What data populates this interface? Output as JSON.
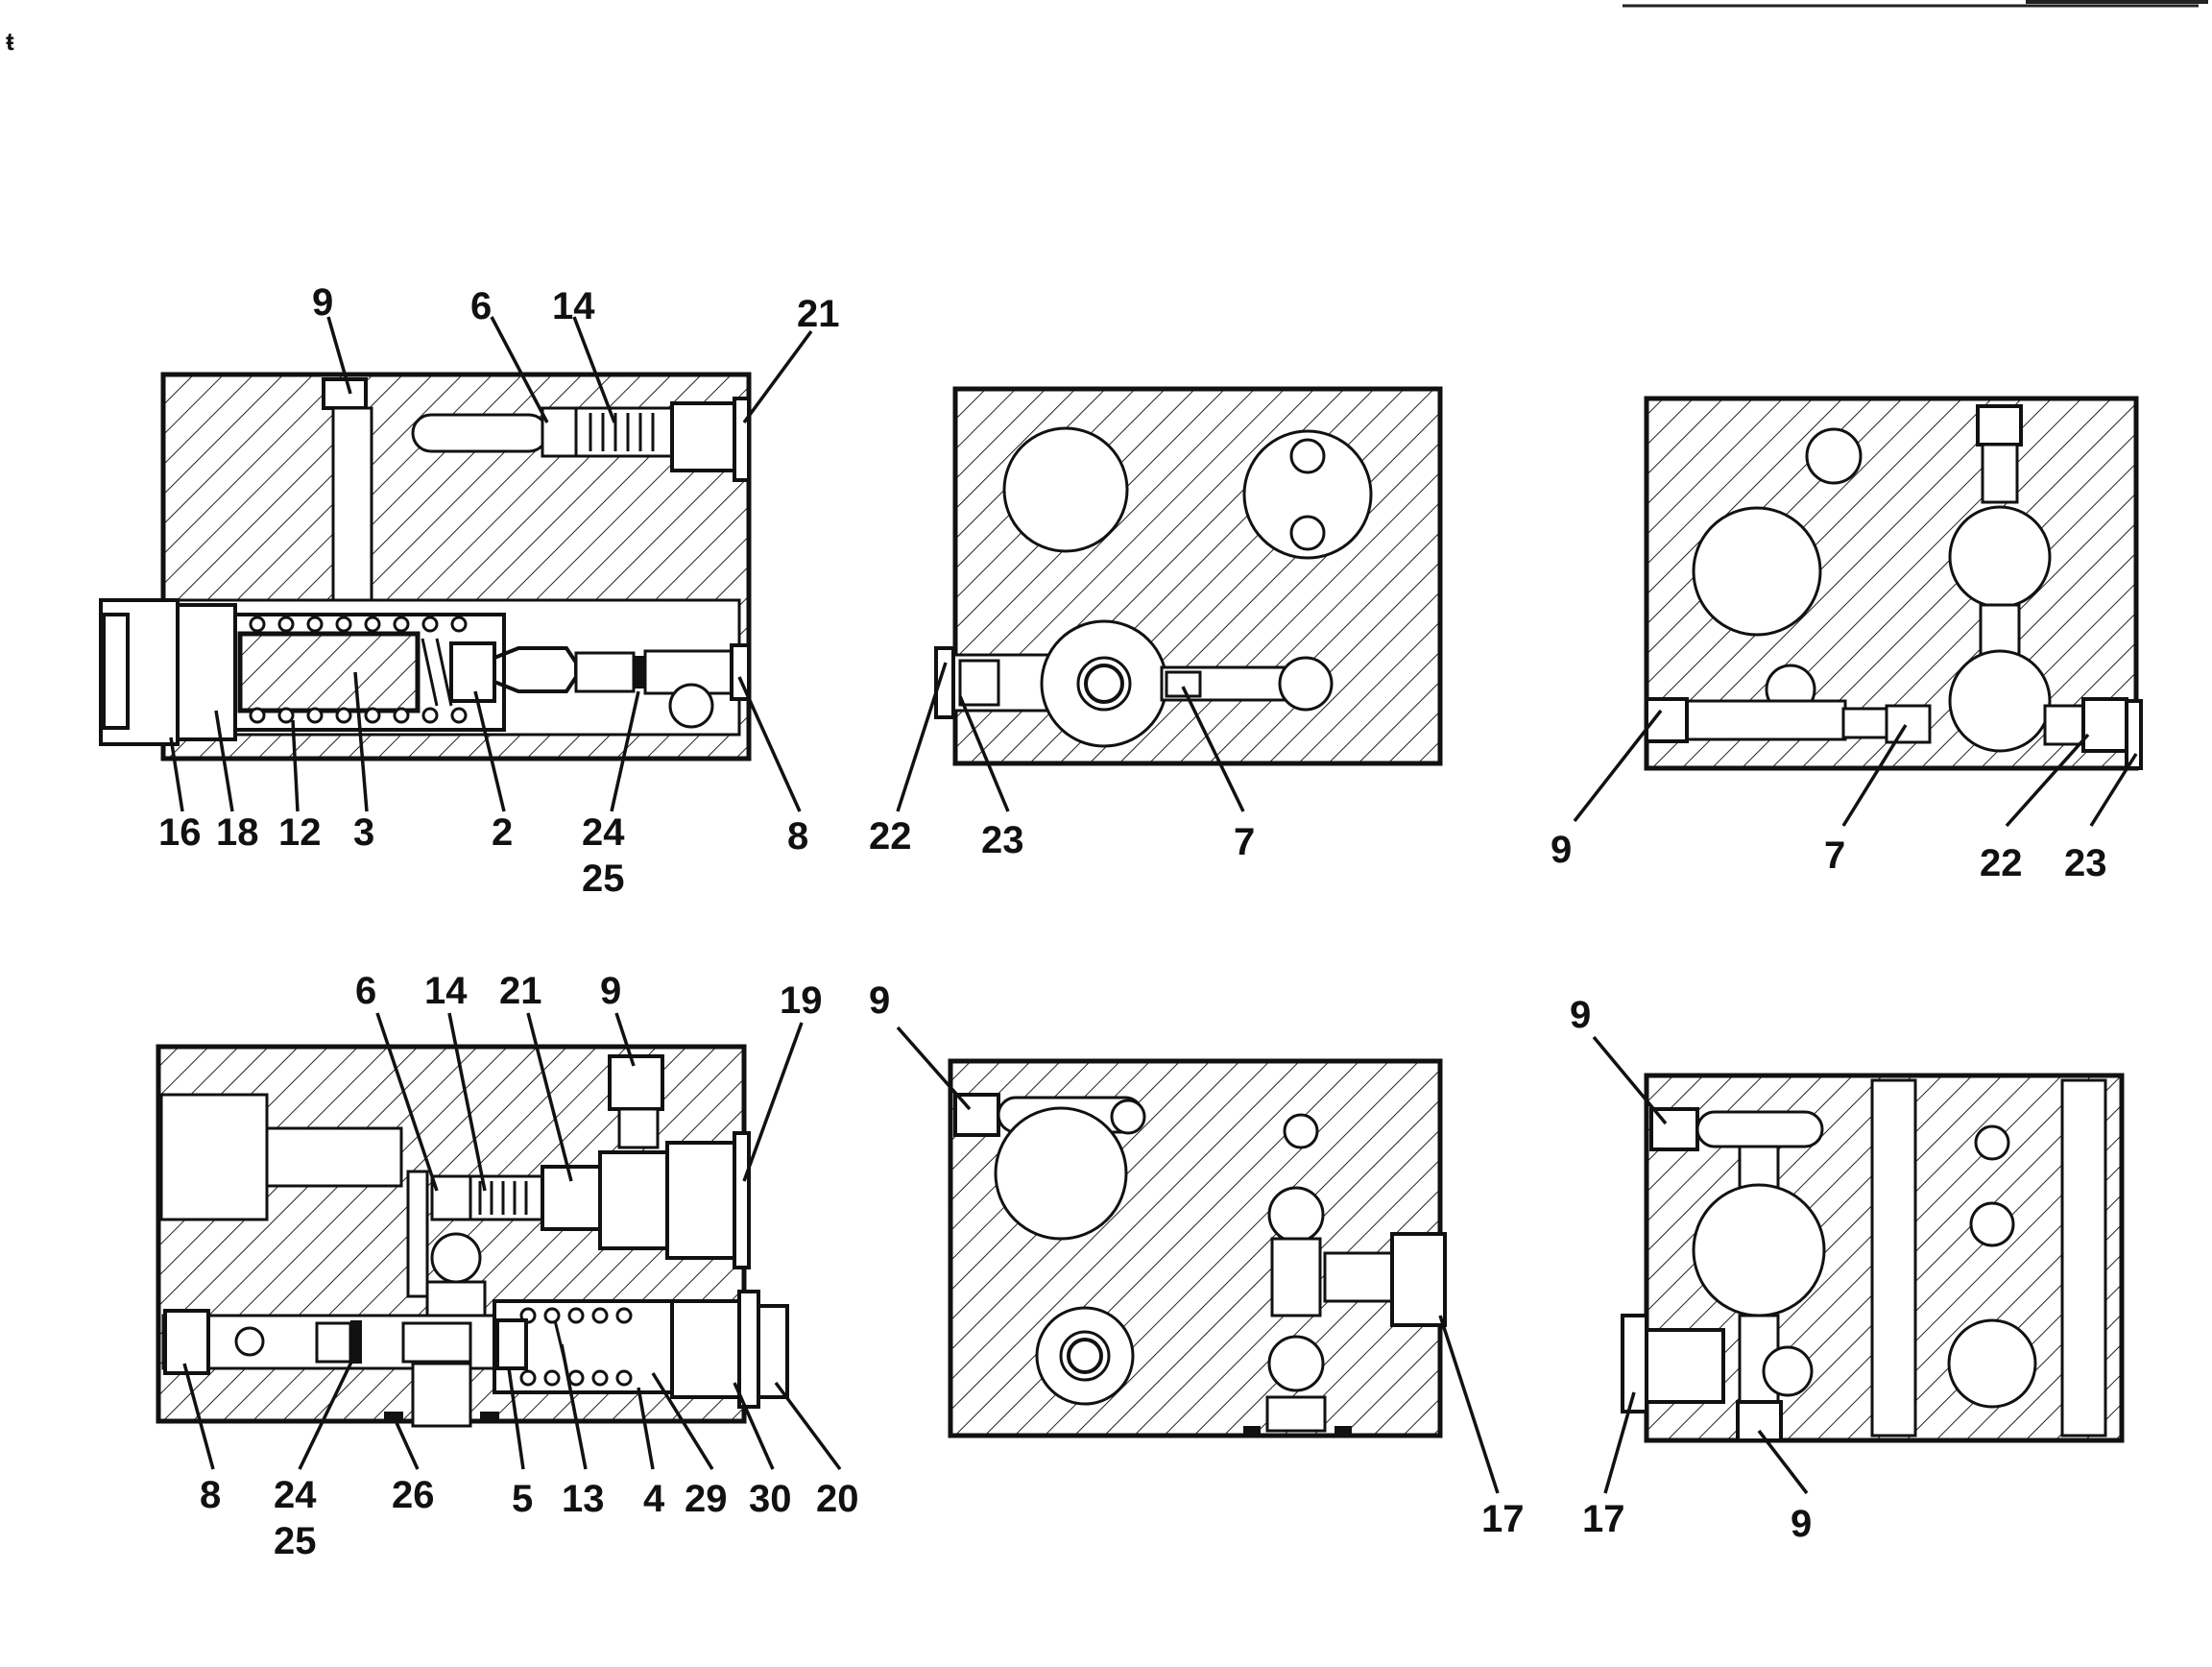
{
  "views": [
    {
      "id": "top-left",
      "labels": [
        "9",
        "6",
        "14",
        "21",
        "16",
        "18",
        "12",
        "3",
        "2",
        "24",
        "25",
        "8"
      ]
    },
    {
      "id": "top-middle",
      "labels": [
        "22",
        "23",
        "7"
      ]
    },
    {
      "id": "top-right",
      "labels": [
        "9",
        "7",
        "22",
        "23"
      ]
    },
    {
      "id": "bottom-left",
      "labels": [
        "6",
        "14",
        "21",
        "9",
        "19",
        "8",
        "24",
        "25",
        "26",
        "5",
        "13",
        "4",
        "29",
        "30",
        "20"
      ]
    },
    {
      "id": "bottom-middle",
      "labels": [
        "9",
        "17"
      ]
    },
    {
      "id": "bottom-right",
      "labels": [
        "9",
        "17",
        "9"
      ]
    }
  ],
  "colors": {
    "ink": "#111111",
    "paper": "#ffffff"
  }
}
